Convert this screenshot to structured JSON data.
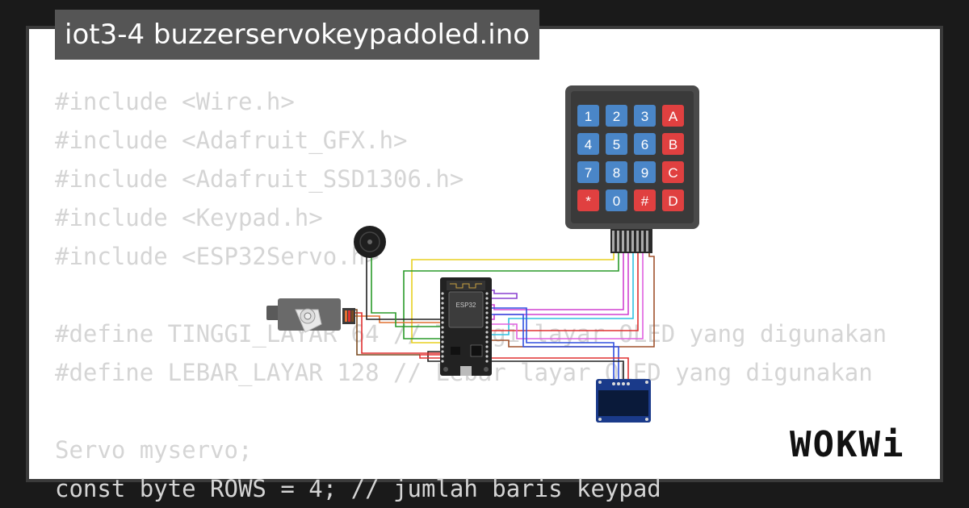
{
  "project": {
    "title": "iot3-4 buzzerservokeypadoled.ino"
  },
  "code_lines": [
    "#include <Wire.h>",
    "#include <Adafruit_GFX.h>",
    "#include <Adafruit_SSD1306.h>",
    "#include <Keypad.h>",
    "#include <ESP32Servo.h>",
    "",
    "#define TINGGI_LAYAR 64 // Tinggi layar OLED yang digunakan",
    "#define LEBAR_LAYAR 128 // Lebar layar OLED yang digunakan",
    "",
    "Servo myservo;",
    "const byte ROWS = 4; // jumlah baris keypad"
  ],
  "keypad": {
    "keys": [
      [
        "1",
        "2",
        "3",
        "A"
      ],
      [
        "4",
        "5",
        "6",
        "B"
      ],
      [
        "7",
        "8",
        "9",
        "C"
      ],
      [
        "*",
        "0",
        "#",
        "D"
      ]
    ],
    "number_color": "#4a86c8",
    "letter_color": "#e04040"
  },
  "esp32": {
    "label": "ESP32"
  },
  "logo": {
    "text": "WOKWi"
  },
  "colors": {
    "card": "#ffffff",
    "background": "#1a1a1a",
    "title_bg": "#555555",
    "code_text": "#d5d5d5"
  }
}
